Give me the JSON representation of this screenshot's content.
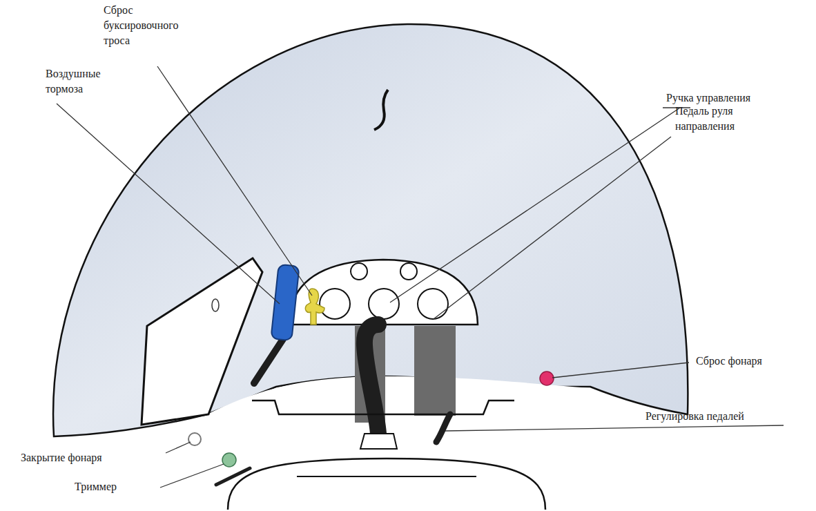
{
  "diagram": {
    "labels": [
      "Сброс буксировочного троса",
      "Воздушные тормоза",
      "Ручка управления",
      "Педаль руля направления",
      "Сброс фонаря",
      "Регулировка педалей",
      "Закрытие фонаря",
      "Триммер"
    ]
  }
}
